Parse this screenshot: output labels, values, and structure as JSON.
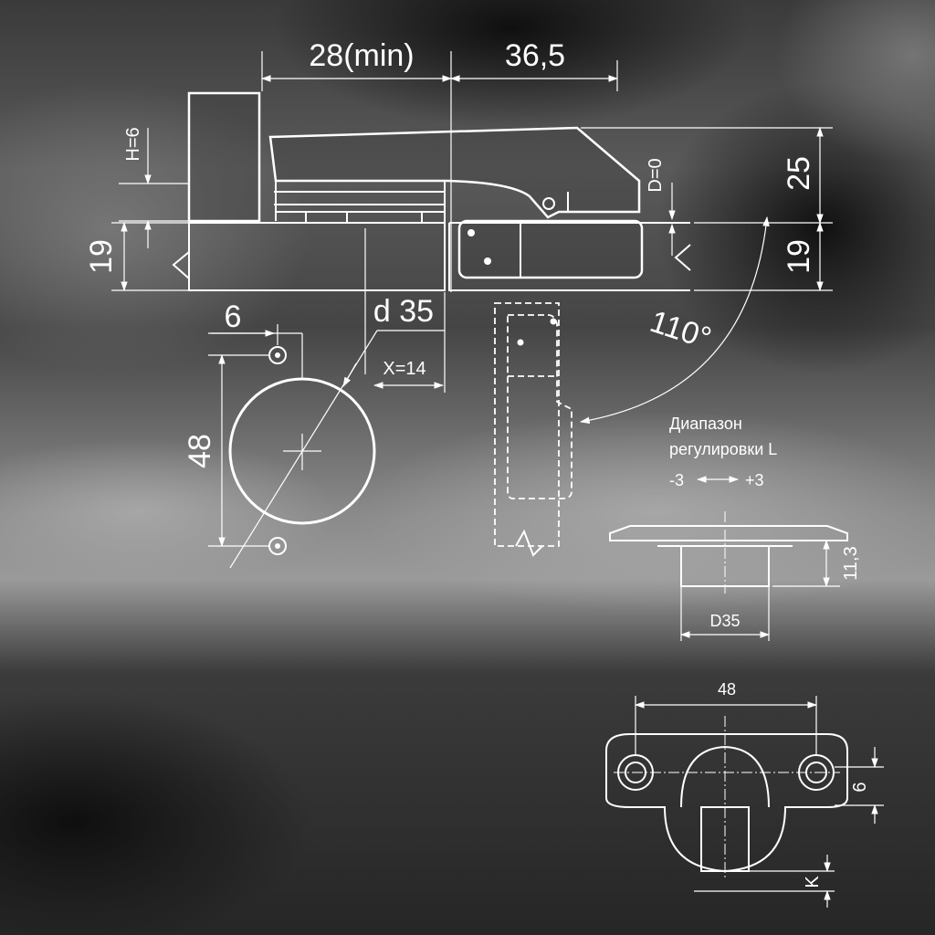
{
  "dims": {
    "min_offset": "28(min)",
    "arm_length": "36,5",
    "h": "H=6",
    "d": "D=0",
    "height_top": "25",
    "panel_left": "19",
    "panel_right": "19",
    "six": "6",
    "d35": "d 35",
    "x": "X=14",
    "forty_eight": "48",
    "angle": "110°",
    "range_line1": "Диапазон",
    "range_line2": "регулировки L",
    "range_minus": "-3",
    "range_plus": "+3",
    "cup_depth": "11,3",
    "cup_d": "D35",
    "plate_48": "48",
    "plate_6": "6",
    "plate_k": "K"
  },
  "colors": {
    "line": "#ffffff",
    "background": "#2a2a2a"
  }
}
